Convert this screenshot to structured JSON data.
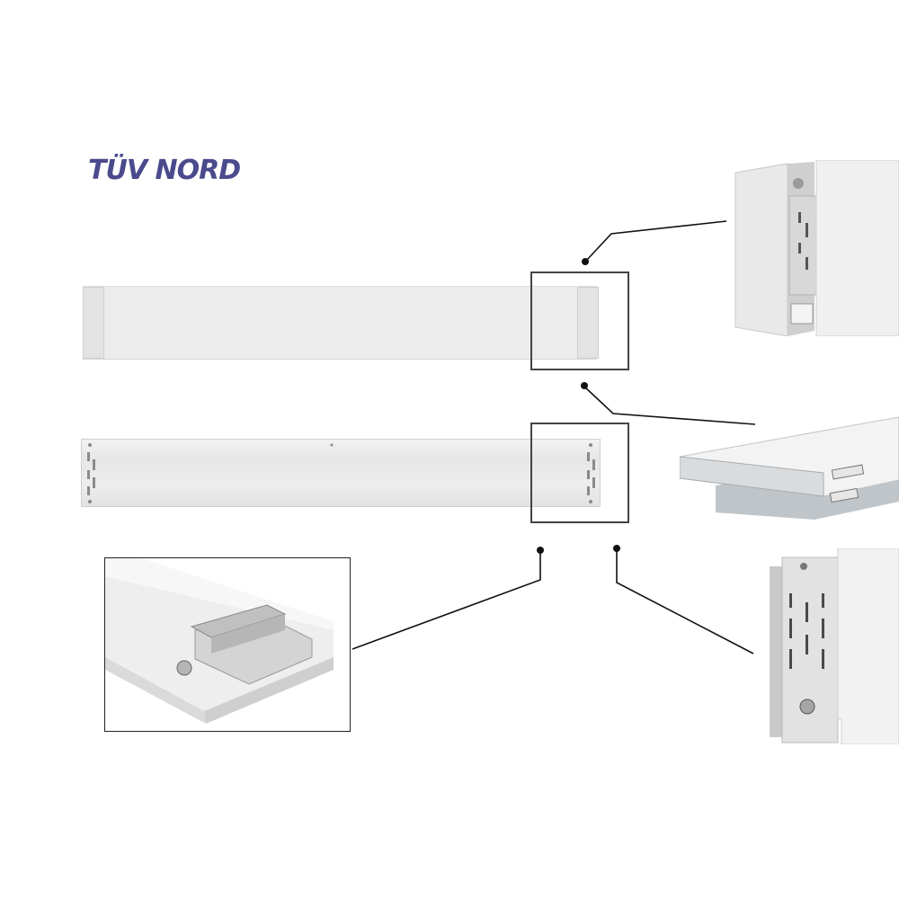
{
  "logo": {
    "text": "TÜV NORD",
    "color": "#4a4a8c"
  },
  "colors": {
    "fixture": "#ececec",
    "zoom_frame": "#444444",
    "leader_line": "#111111"
  },
  "images": [
    "fixture-front-view",
    "fixture-back-view-with-mounting-brackets",
    "detail-end-cap-open",
    "detail-stacked-fixture-ends",
    "detail-mounting-bracket",
    "detail-end-clip-slot"
  ]
}
